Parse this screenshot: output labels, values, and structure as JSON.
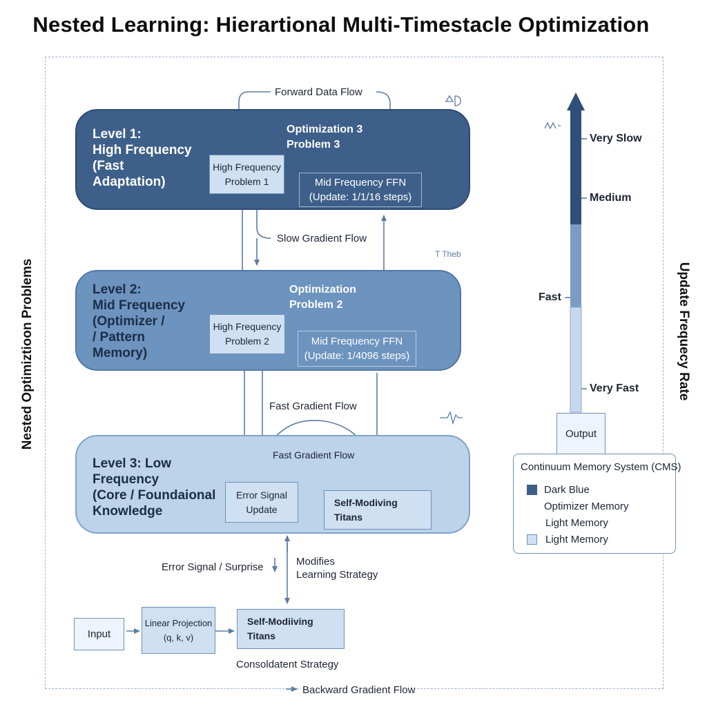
{
  "title": "Nested Learning: Hierartional Multi-Timestacle Optimization",
  "side_label_left": "Nested Optimiztioon Problems",
  "side_label_right": "Update Frequecy Rate",
  "flow_labels": {
    "forward": "Forward Data Flow",
    "slow_gradient": "Slow Gradient Flow",
    "fast_gradient": "Fast Gradient Flow",
    "fast_gradient_inner": "Fast Gradient Flow",
    "error_signal": "Error Signal / Surprise",
    "modifies": "Modifies\nLearning Strategy",
    "consolidate": "Consoldatent Strategy",
    "backward": "Backward Gradient Flow",
    "t_then": "T Theb"
  },
  "levels": [
    {
      "title": "Level 1:\nHigh Frequency\n(Fast\nAdaptation)",
      "problem_box": "High Frequency\nProblem 1",
      "optimization": "Optimization 3\nProblem 3",
      "ffn": "Mid Frequency FFN\n(Update: 1/1/16 steps)"
    },
    {
      "title": "Level 2:\nMid Frequency\n(Optimizer /\n/ Pattern\nMemory)",
      "problem_box": "High Frequency\nProblem 2",
      "optimization": "Optimization\nProblem 2",
      "ffn": "Mid Frequency FFN\n(Update: 1/4096 steps)"
    },
    {
      "title": "Level 3: Low\nFrequency\n(Core / Foundaional\nKnowledge",
      "error_box": "Error Signal\nUpdate",
      "titans_box": "Self-Modiving\nTitans"
    }
  ],
  "bottom_row": {
    "input": "Input",
    "projection": "Linear Projection\n(q, k, v)",
    "titans": "Self-Modiiving\nTitans"
  },
  "scale": {
    "labels": [
      "Very Slow",
      "Medium",
      "Fast",
      "Very Fast"
    ],
    "output": "Output"
  },
  "legend": {
    "title": "Continuum Memory System (CMS)",
    "items": [
      "Dark Blue",
      "Optimizer Memory",
      "Light Memory",
      "Light Memory"
    ]
  },
  "colors": {
    "level1": "#3e5f8a",
    "level2": "#6d93bf",
    "level3": "#bcd3ea",
    "arrow": "#5b7ba3",
    "dark_swatch": "#3e5f8a",
    "light_swatch": "#cfe0f2"
  }
}
